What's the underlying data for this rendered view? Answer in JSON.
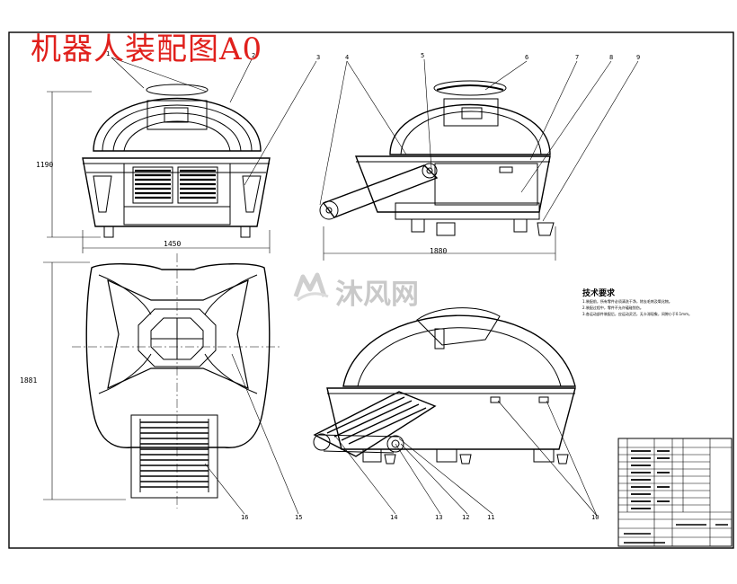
{
  "drawing": {
    "title": "机器人装配图A0",
    "watermark": "沐风网",
    "watermark_icon": "mf-logo-icon",
    "accent_color": "#e0201c"
  },
  "dimensions": {
    "height_front": "1190",
    "width_front": "1450",
    "length_side": "1880",
    "length_top": "1881"
  },
  "balloons": [
    "1",
    "2",
    "3",
    "4",
    "5",
    "6",
    "7",
    "8",
    "9",
    "10",
    "11",
    "12",
    "13",
    "14",
    "15",
    "16"
  ],
  "tech_requirements": {
    "title": "技术要求",
    "lines": [
      "1.装配前，所有零件必须清洗干净，除去毛刺及氧化物。",
      "2.装配过程中，零件不允许磕碰划伤。",
      "3.各运动部件装配后，应运动灵活，无卡滞现象，间隙小于0.1mm。"
    ]
  }
}
